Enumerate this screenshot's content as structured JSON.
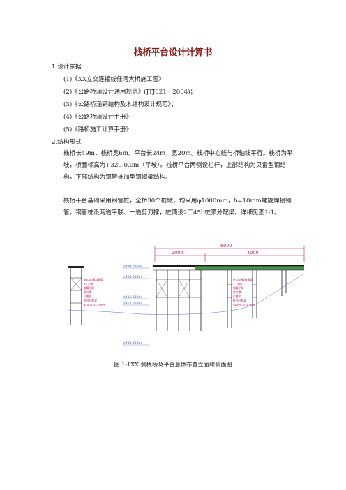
{
  "title": "栈桥平台设计计算书",
  "section1": {
    "heading": "1.设计依据",
    "items": [
      "(1)《XX立交连接线任河大桥施工图》",
      "(2)《公路桥涵设计通用规范》(JTJ021－2004)；",
      "(3)《公路桥涵钢结构及木结构设计规范》；",
      "(4)《公路桥涵设计手册》",
      "(5)《路桥施工计算手册》"
    ]
  },
  "section2": {
    "heading": "2.结构形式",
    "para1": "栈桥长49m，栈桥宽6m。平台长24m，宽20m。栈桥中心线与桥轴线平行。栈桥为平坡，桥面标高为+329.0.0m（平坡）。栈桥平台两侧设栏杆，上部结构为贝雷型钢结构，下部结构为钢管桩加型钢帽梁结构。",
    "para2": "栈桥平台基础采用钢管桩，全桥30个桩墩，均采用φ1000mm，δ=10mm螺旋焊接钢管。钢管桩设两道平联、一道剪刀撑，桩顶设2工45b桩顶分配梁。详细见图1-1。"
  },
  "figure": {
    "dims": {
      "total": "6900",
      "left": "2000",
      "right": "4900"
    },
    "levels": [
      "▽329.000m",
      "▽324.000m",
      "▽315.000m",
      "▽312.000m",
      "▽293.000m"
    ],
    "notes": [
      "Φ1000螺旋钢管",
      "2工45b",
      "钢管平联",
      "剪刀撑",
      "贝雷梁",
      "桩顶分配梁",
      "φ1000 δ=10mm"
    ],
    "caption": "图 1-1XX 侧栈桥及平台总体布置立面和侧面图"
  }
}
